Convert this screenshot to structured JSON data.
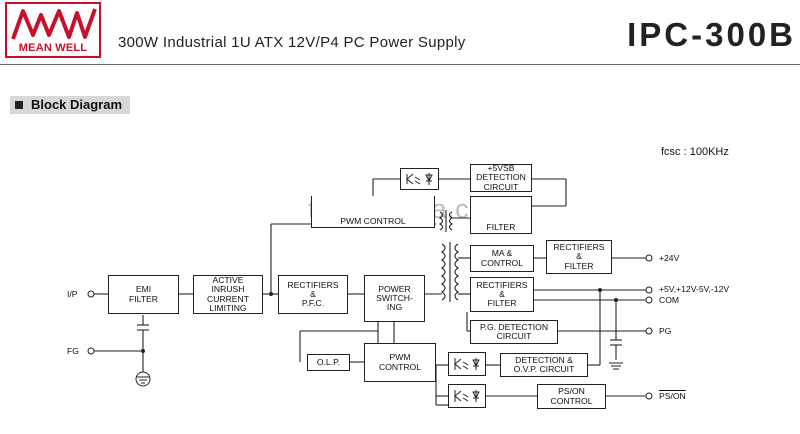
{
  "header": {
    "brand": "MEAN WELL",
    "subtitle": "300W Industrial 1U ATX 12V/P4 PC Power Supply",
    "model": "IPC-300B"
  },
  "section": {
    "title": "Block Diagram"
  },
  "fcsc": "fcsc : 100KHz",
  "watermark": "trade.china.cn",
  "blocks": {
    "emi": "EMI\nFILTER",
    "inrush": "ACTIVE\nINRUSH\nCURRENT\nLIMITING",
    "rect_pfc": "RECTIFIERS\n&\nP.F.C.",
    "pwr_sw": "POWER\nSWITCH-\nING",
    "olp": "O.L.P.",
    "pwm_ctrl": "PWM\nCONTROL",
    "det_5vsb": "+5VSB\nDETECTION\nCIRCUIT",
    "filter_top": "FILTER",
    "pwm_top": "PWM CONTROL",
    "ma_ctrl": "MA &\nCONTROL",
    "rect_24": "RECTIFIERS\n&\nFILTER",
    "rect_main": "RECTIFIERS\n&\nFILTER",
    "pg_det": "P.G. DETECTION\nCIRCUIT",
    "det_ovp": "DETECTION &\nO.V.P. CIRCUIT",
    "ps_on": "PS/ON\nCONTROL"
  },
  "labels": {
    "ip": "I/P",
    "fg": "FG",
    "out_24v": "+24V",
    "out_main": "+5V,+12V-5V,-12V",
    "com": "COM",
    "pg": "PG",
    "ps_on": "PS/ON"
  },
  "icons": {
    "logo": "meanwell-logo",
    "opto": "optocoupler-icon",
    "ground": "ground-icon",
    "transformer": "transformer-icon"
  },
  "colors": {
    "brand": "#c8102e",
    "line": "#222222",
    "tab": "#d8d8d8"
  }
}
